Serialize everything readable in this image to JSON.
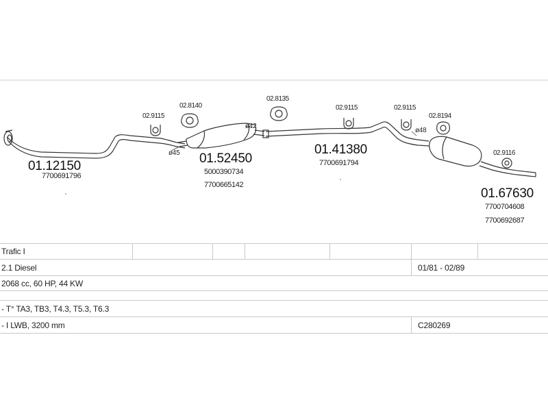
{
  "diagram": {
    "parts": [
      {
        "key": "p1",
        "number": "01.12150",
        "refs": [
          "7700691796"
        ]
      },
      {
        "key": "p2",
        "number": "01.52450",
        "refs": [
          "5000390734",
          "7700665142"
        ]
      },
      {
        "key": "p3",
        "number": "01.41380",
        "refs": [
          "7700691794"
        ]
      },
      {
        "key": "p4",
        "number": "01.67630",
        "refs": [
          "7700704608",
          "7700692687"
        ]
      }
    ],
    "fittings": [
      {
        "key": "f1",
        "number": "02.9115"
      },
      {
        "key": "f2",
        "number": "02.8140"
      },
      {
        "key": "f3",
        "number": "02.8135"
      },
      {
        "key": "f4",
        "number": "02.9115"
      },
      {
        "key": "f5",
        "number": "02.9115"
      },
      {
        "key": "f6",
        "number": "02.8194"
      },
      {
        "key": "f7",
        "number": "02.9116"
      }
    ],
    "diameters": [
      {
        "key": "d1",
        "label": "ø45"
      },
      {
        "key": "d2",
        "label": "ø42"
      },
      {
        "key": "d3",
        "label": "ø48"
      }
    ]
  },
  "vehicle_table": {
    "model": "Trafic I",
    "engine": "2.1 Diesel",
    "years": "01/81 - 02/89",
    "specs": "2068 cc, 60 HP, 44 KW",
    "types": "- T° TA3, TB3, T4.3, T5.3, T6.3",
    "wheelbase": "- I LWB, 3200 mm",
    "code": "C280269"
  }
}
